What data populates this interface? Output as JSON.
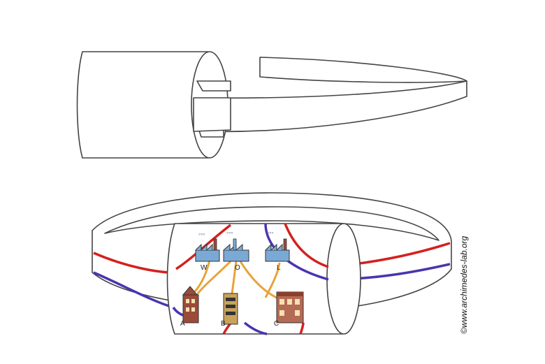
{
  "figure": {
    "credit": "©www.archimedes-lab.org"
  },
  "labels": {
    "factory_w": "W",
    "factory_o": "O",
    "factory_l": "L",
    "house_a": "A",
    "house_b": "B",
    "house_c": "C"
  },
  "colors": {
    "outline": "#444444",
    "strip": "#ffffff",
    "red_line": "#d42020",
    "blue_line": "#4a34b0",
    "orange_line": "#e8a33a",
    "factory_blue": "#7aa9d6",
    "house_brick": "#9b4b3a"
  },
  "icons": {
    "factory": "factory-icon",
    "house": "house-icon"
  }
}
